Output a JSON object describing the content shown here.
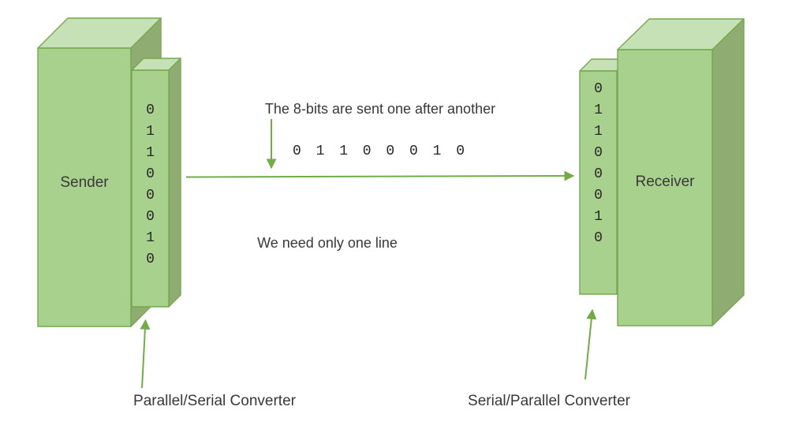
{
  "diagram": {
    "title_hint": "Serial transmission of 8 bits between sender and receiver",
    "sender": {
      "label": "Sender",
      "bits": [
        "0",
        "1",
        "1",
        "0",
        "0",
        "0",
        "1",
        "0"
      ],
      "converter_label": "Parallel/Serial Converter"
    },
    "receiver": {
      "label": "Receiver",
      "bits": [
        "0",
        "1",
        "1",
        "0",
        "0",
        "0",
        "1",
        "0"
      ],
      "converter_label": "Serial/Parallel Converter"
    },
    "annotations": {
      "top_note": "The 8-bits are sent one after another",
      "bits_inline": "0 1 1 0 0 0 1 0",
      "bottom_note": "We need only one line"
    },
    "colors": {
      "box_front": "#a9d18e",
      "box_top": "#c7e1b6",
      "box_side": "#8fad73",
      "outline": "#74a84c",
      "arrow": "#70ad47",
      "ink": "#383838",
      "bg": "#ffffff"
    }
  }
}
